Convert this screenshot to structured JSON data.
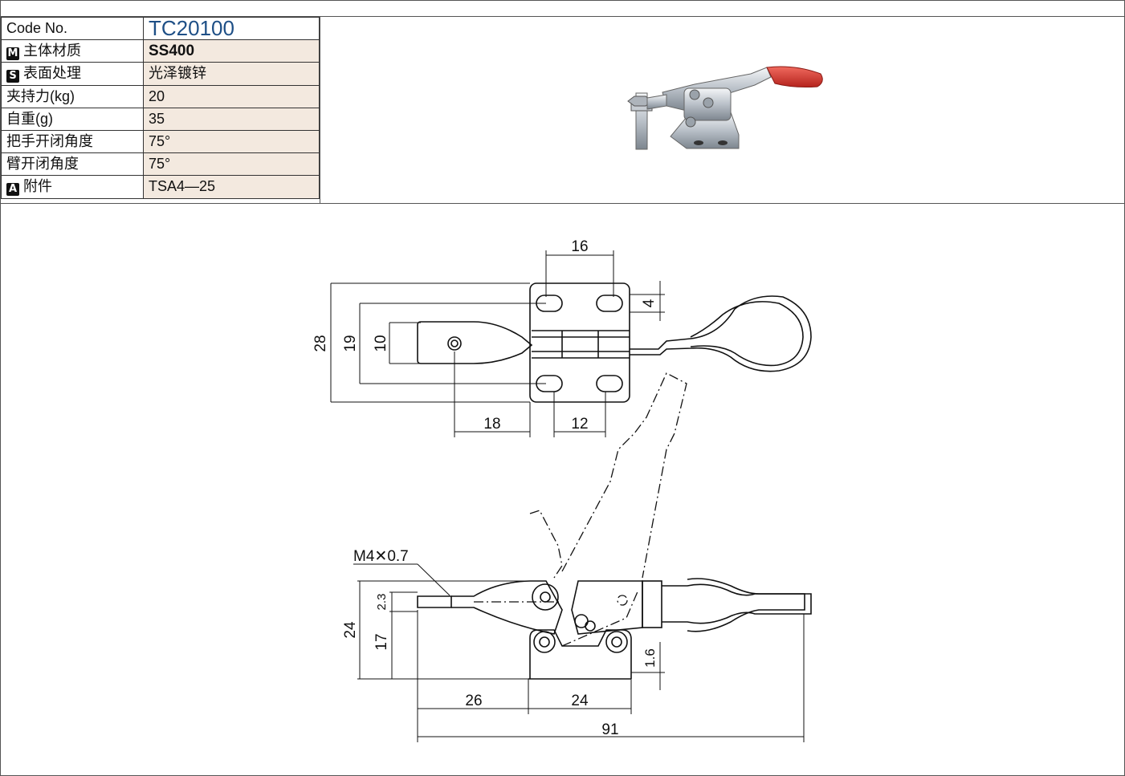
{
  "spec_table": {
    "rows": [
      {
        "label": "Code No.",
        "value": "TC20100"
      },
      {
        "badge": "M",
        "label": "主体材质",
        "value": "SS400"
      },
      {
        "badge": "S",
        "label": "表面处理",
        "value": "光泽镀锌"
      },
      {
        "label": "夹持力(kg)",
        "value": "20"
      },
      {
        "label": "自重(g)",
        "value": "35"
      },
      {
        "label": "把手开闭角度",
        "value": "75°"
      },
      {
        "label": "臂开闭角度",
        "value": "75°"
      },
      {
        "badge": "A",
        "label": "附件",
        "value": "TSA4—25"
      }
    ]
  },
  "drawing": {
    "top_view_dims": {
      "d16": "16",
      "d4": "4",
      "d28": "28",
      "d19": "19",
      "d10": "10",
      "d18": "18",
      "d12": "12"
    },
    "side_view_dims": {
      "thread": "M4✕0.7",
      "d2_3": "2.3",
      "d24v": "24",
      "d17": "17",
      "d1_6": "1.6",
      "d26": "26",
      "d24h": "24",
      "d91": "91"
    }
  },
  "colors": {
    "value_bg": "#f3e9df",
    "code_text": "#1e4f86",
    "handle_red": "#d8332b"
  }
}
